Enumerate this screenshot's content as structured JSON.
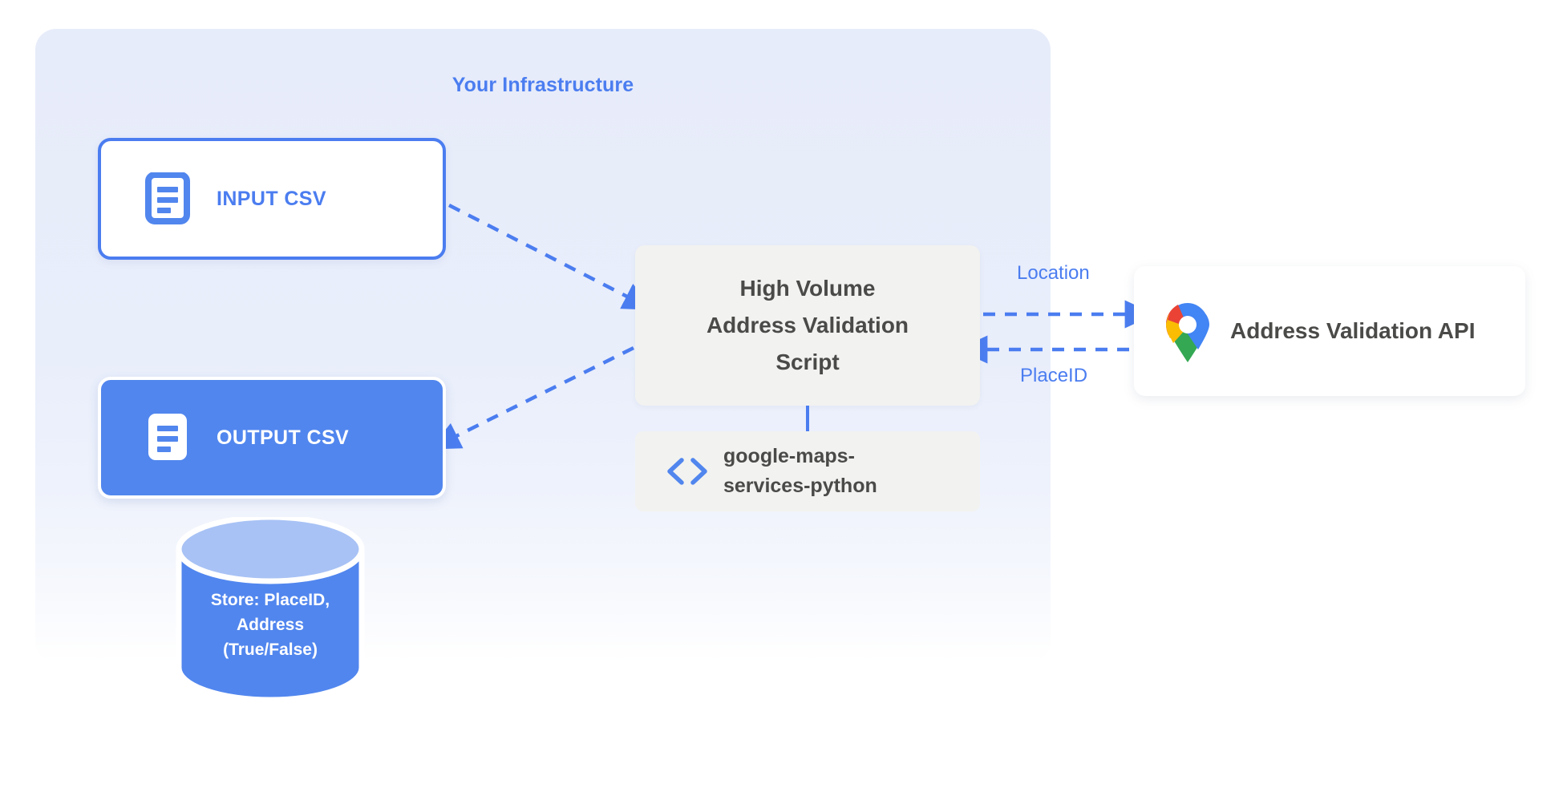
{
  "panel": {
    "title": "Your Infrastructure"
  },
  "nodes": {
    "input_csv": {
      "label": "INPUT CSV",
      "icon": "document-icon"
    },
    "output_csv": {
      "label": "OUTPUT CSV",
      "icon": "document-icon"
    },
    "script": {
      "line1": "High Volume",
      "line2": "Address Validation",
      "line3": "Script"
    },
    "library": {
      "line1": "google-maps-",
      "line2": "services-python",
      "icon": "code-icon"
    },
    "api": {
      "label": "Address Validation API",
      "icon": "google-maps-pin-icon"
    },
    "database": {
      "line1": "Store: PlaceID,",
      "line2": "Address",
      "line3": "(True/False)"
    }
  },
  "edges": {
    "location_label": "Location",
    "placeid_label": "PlaceID"
  },
  "colors": {
    "accent_blue": "#4b7df0",
    "fill_blue": "#5186ee",
    "panel_bg": "#e7ecfa",
    "box_gray": "#f2f2f0",
    "text_dark": "#4a4a48",
    "db_top": "#a8c2f5",
    "maps_pin_blue": "#4285f4",
    "maps_pin_red": "#ea4335",
    "maps_pin_yellow": "#fbbc04",
    "maps_pin_green": "#34a853"
  }
}
